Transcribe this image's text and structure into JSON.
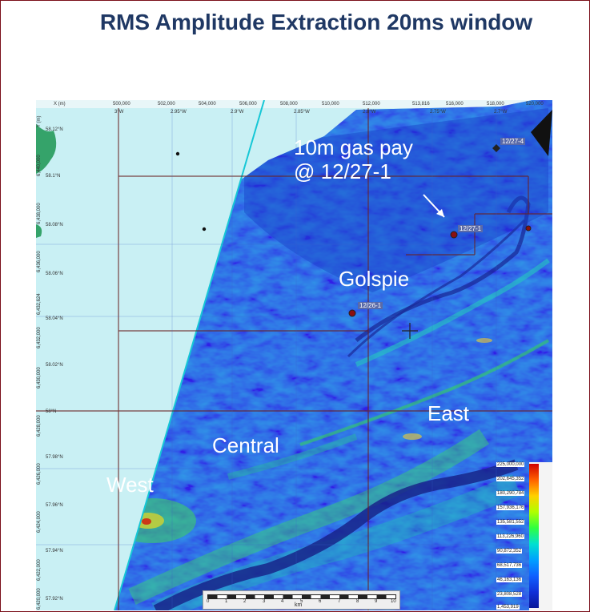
{
  "title": "RMS Amplitude Extraction 20ms window",
  "axes": {
    "x_header": "X (m)",
    "y_header": "Y (m)",
    "x_ticks": [
      "500,000",
      "502,000",
      "504,000",
      "506,000",
      "508,000",
      "510,000",
      "512,000",
      "513,816",
      "516,000",
      "518,000",
      "520,000"
    ],
    "lon_ticks": [
      "3°W",
      "2.95°W",
      "2.9°W",
      "2.85°W",
      "2.8°W",
      "2.75°W",
      "2.7°W"
    ],
    "lat_ticks": [
      "58.12°N",
      "58.1°N",
      "58.08°N",
      "58.06°N",
      "58.04°N",
      "58.02°N",
      "58°N",
      "57.98°N",
      "57.96°N",
      "57.94°N",
      "57.92°N"
    ],
    "y_ticks": [
      "6,440,000",
      "6,438,000",
      "6,436,000",
      "6,432,624",
      "6,432,000",
      "6,430,000",
      "6,428,000",
      "6,426,000",
      "6,424,000",
      "6,422,000",
      "6,420,000"
    ]
  },
  "annotations": {
    "gas_pay": [
      "10m gas pay",
      "@ 12/27-1"
    ],
    "golspie": "Golspie",
    "east": "East",
    "central": "Central",
    "west": "West"
  },
  "wells": {
    "well_1": "12/27-1",
    "well_2": "12/26-1",
    "well_3": "12/27-4"
  },
  "legend": {
    "values": [
      "225,000,000",
      "202,645,352",
      "180,290,784",
      "157,936,176",
      "135,581,552",
      "113,226,960",
      "90,872,352",
      "68,517,736",
      "46,163,136",
      "23,808,528",
      "1,453,919"
    ]
  },
  "scale_bar": {
    "unit": "km",
    "numbers": [
      "0",
      "1",
      "2",
      "3",
      "4",
      "5",
      "6",
      "7",
      "8",
      "9",
      "10"
    ]
  },
  "colors": {
    "title": "#1f3864",
    "frame": "#7a0f1a",
    "land": "#c9f0f4",
    "amplitude_low": "#1840d8",
    "amplitude_high": "#d00000"
  }
}
